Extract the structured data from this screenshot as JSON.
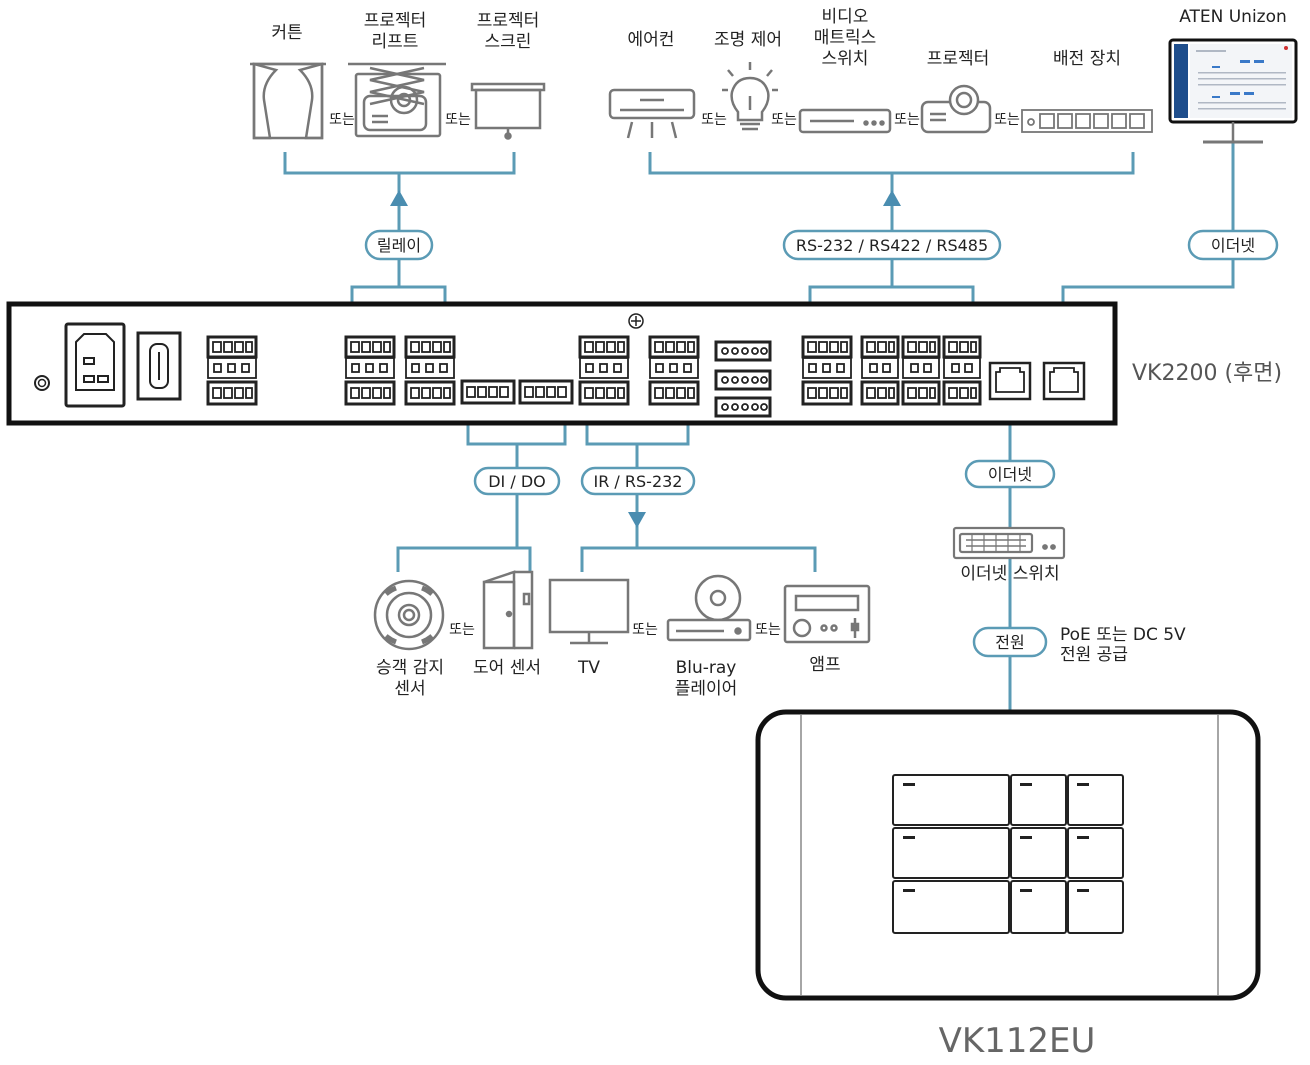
{
  "top_left_devices": [
    {
      "label_lines": [
        "커튼"
      ]
    },
    {
      "label_lines": [
        "프로젝터",
        "리프트"
      ]
    },
    {
      "label_lines": [
        "프로젝터",
        "스크린"
      ]
    }
  ],
  "top_right_devices": [
    {
      "label_lines": [
        "에어컨"
      ]
    },
    {
      "label_lines": [
        "조명 제어"
      ]
    },
    {
      "label_lines": [
        "비디오",
        "매트릭스",
        "스위치"
      ]
    },
    {
      "label_lines": [
        "프로젝터"
      ]
    },
    {
      "label_lines": [
        "배전 장치"
      ]
    }
  ],
  "aten_unizon": "ATEN Unizon",
  "or_word": "또는",
  "pills": {
    "relay": "릴레이",
    "serial": "RS-232 / RS422 / RS485",
    "ethernet_top": "이더넷",
    "dido": "DI / DO",
    "ir": "IR / RS-232",
    "ethernet_bottom": "이더넷",
    "power": "전원"
  },
  "vk2200_label": "VK2200 (후면)",
  "ethernet_switch_label": "이더넷 스위치",
  "power_note_lines": [
    "PoE 또는 DC 5V",
    "전원 공급"
  ],
  "bottom_devices": [
    {
      "label_lines": [
        "승객 감지",
        "센서"
      ]
    },
    {
      "label_lines": [
        "도어 센서"
      ]
    },
    {
      "label_lines": [
        "TV"
      ]
    },
    {
      "label_lines": [
        "Blu-ray",
        "플레이어"
      ]
    },
    {
      "label_lines": [
        "앰프"
      ]
    }
  ],
  "vk112eu_label": "VK112EU",
  "colors": {
    "connector_line": "#5b9bb5",
    "arrow": "#4a8db0",
    "device_stroke": "#777777",
    "panel_stroke": "#111111"
  }
}
